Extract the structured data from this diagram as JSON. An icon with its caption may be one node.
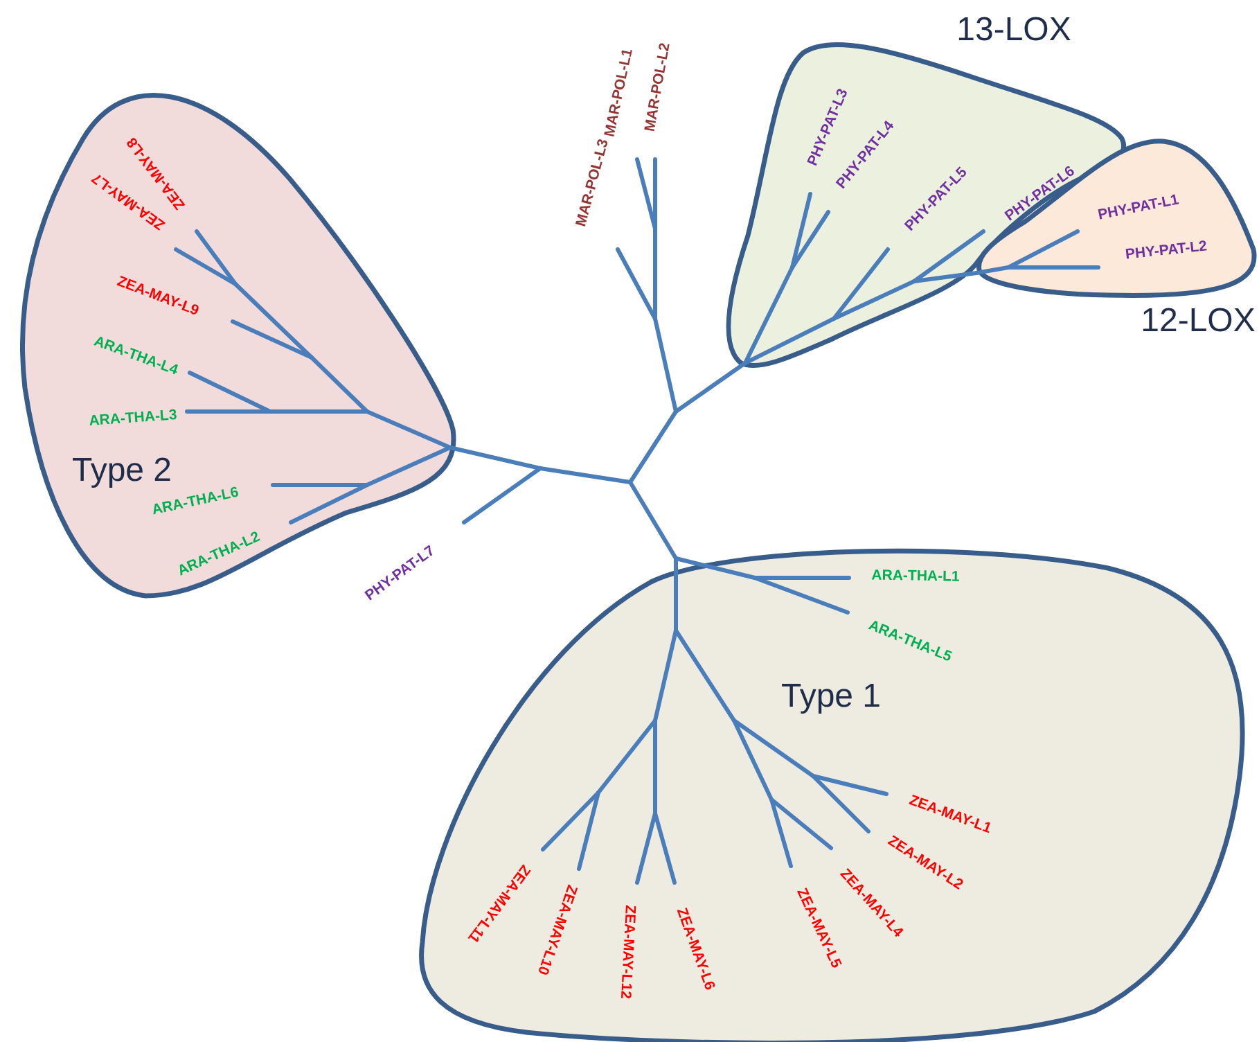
{
  "diagram": {
    "nodes": [
      {
        "text": [
          "Type 2"
        ]
      },
      {
        "text": [
          "ZEA-MAY-L8"
        ],
        "in": 0
      },
      {
        "text": [
          "ZEA-MAY-L7"
        ],
        "in": 0
      },
      {
        "text": [
          "ZEA-MAY-L9"
        ],
        "in": 0
      },
      {
        "text": [
          "ARA-THA-L4"
        ],
        "in": 0
      },
      {
        "text": [
          "ARA-THA-L3"
        ],
        "in": 0
      },
      {
        "text": [
          "ARA-THA-L6"
        ],
        "in": 0
      },
      {
        "text": [
          "ARA-THA-L2"
        ],
        "in": 0
      },
      {
        "text": [
          "MAR-POL-L3"
        ]
      },
      {
        "text": [
          "MAR-POL-L1"
        ]
      },
      {
        "text": [
          "MAR-POL-L2"
        ]
      },
      {
        "text": [
          "13-LOX"
        ]
      },
      {
        "text": [
          "PHY-PAT-L3"
        ],
        "in": 11
      },
      {
        "text": [
          "PHY-PAT-L4"
        ],
        "in": 11
      },
      {
        "text": [
          "PHY-PAT-L5"
        ],
        "in": 11
      },
      {
        "text": [
          "PHY-PAT-L6"
        ],
        "in": 11
      },
      {
        "text": [
          "12-LOX"
        ]
      },
      {
        "text": [
          "PHY-PAT-L1"
        ],
        "in": 16
      },
      {
        "text": [
          "PHY-PAT-L2"
        ],
        "in": 16
      },
      {
        "text": [
          "PHY-PAT-L7"
        ]
      },
      {
        "text": [
          "Type 1"
        ]
      },
      {
        "text": [
          "ARA-THA-L1"
        ],
        "in": 20
      },
      {
        "text": [
          "ARA-THA-L5"
        ],
        "in": 20
      },
      {
        "text": [
          "ZEA-MAY-L1"
        ],
        "in": 20
      },
      {
        "text": [
          "ZEA-MAY-L2"
        ],
        "in": 20
      },
      {
        "text": [
          "ZEA-MAY-L4"
        ],
        "in": 20
      },
      {
        "text": [
          "ZEA-MAY-L5"
        ],
        "in": 20
      },
      {
        "text": [
          "ZEA-MAY-L6"
        ],
        "in": 20
      },
      {
        "text": [
          "ZEA-MAY-L12"
        ],
        "in": 20
      },
      {
        "text": [
          "ZEA-MAY-L10"
        ],
        "in": 20
      },
      {
        "text": [
          "ZEA-MAY-L11"
        ],
        "in": 20
      }
    ],
    "edges": [
      {
        "from": null,
        "to": 1,
        "arrow": "none"
      },
      {
        "from": null,
        "to": 2,
        "arrow": "none"
      },
      {
        "from": null,
        "to": 3,
        "arrow": "none"
      },
      {
        "from": null,
        "to": 4,
        "arrow": "none"
      },
      {
        "from": null,
        "to": 5,
        "arrow": "none"
      },
      {
        "from": null,
        "to": 6,
        "arrow": "none"
      },
      {
        "from": null,
        "to": 7,
        "arrow": "none"
      },
      {
        "from": null,
        "to": 8,
        "arrow": "none"
      },
      {
        "from": null,
        "to": 9,
        "arrow": "none"
      },
      {
        "from": null,
        "to": 10,
        "arrow": "none"
      },
      {
        "from": null,
        "to": 12,
        "arrow": "none"
      },
      {
        "from": null,
        "to": 13,
        "arrow": "none"
      },
      {
        "from": null,
        "to": 14,
        "arrow": "none"
      },
      {
        "from": null,
        "to": 15,
        "arrow": "none"
      },
      {
        "from": null,
        "to": 17,
        "arrow": "none"
      },
      {
        "from": null,
        "to": 18,
        "arrow": "none"
      },
      {
        "from": null,
        "to": 19,
        "arrow": "none"
      },
      {
        "from": null,
        "to": 21,
        "arrow": "none"
      },
      {
        "from": null,
        "to": 22,
        "arrow": "none"
      },
      {
        "from": null,
        "to": 23,
        "arrow": "none"
      },
      {
        "from": null,
        "to": 24,
        "arrow": "none"
      },
      {
        "from": null,
        "to": 25,
        "arrow": "none"
      },
      {
        "from": null,
        "to": 26,
        "arrow": "none"
      },
      {
        "from": null,
        "to": 27,
        "arrow": "none"
      },
      {
        "from": null,
        "to": 28,
        "arrow": "none"
      },
      {
        "from": null,
        "to": 29,
        "arrow": "none"
      },
      {
        "from": null,
        "to": 30,
        "arrow": "none"
      }
    ]
  }
}
